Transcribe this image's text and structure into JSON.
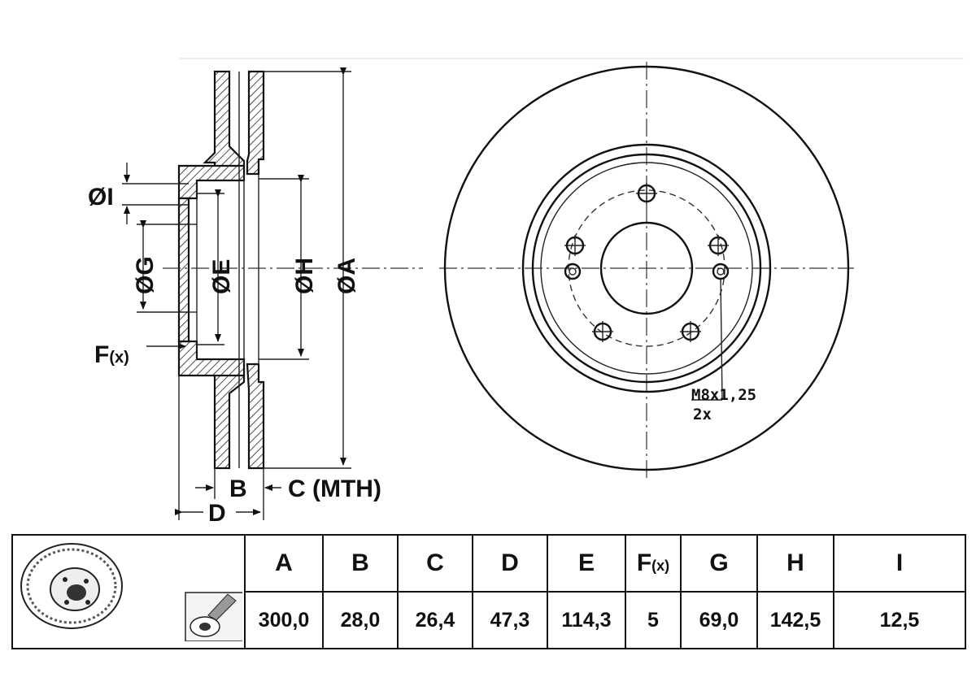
{
  "drawing": {
    "labels": {
      "dia_i": "ØI",
      "dia_g": "ØG",
      "dia_e": "ØE",
      "dia_h": "ØH",
      "dia_a": "ØA",
      "f_label": "F",
      "f_suffix": "(x)",
      "b_label": "B",
      "c_label": "C (MTH)",
      "d_label": "D",
      "thread_spec": "M8x1,25",
      "thread_count": "2x"
    }
  },
  "table": {
    "headers": [
      {
        "key": "A",
        "label": "A"
      },
      {
        "key": "B",
        "label": "B"
      },
      {
        "key": "C",
        "label": "C"
      },
      {
        "key": "D",
        "label": "D"
      },
      {
        "key": "E",
        "label": "E"
      },
      {
        "key": "F",
        "label": "F",
        "suffix": "(x)"
      },
      {
        "key": "G",
        "label": "G"
      },
      {
        "key": "H",
        "label": "H"
      },
      {
        "key": "I",
        "label": "I"
      }
    ],
    "values": [
      "300,0",
      "28,0",
      "26,4",
      "47,3",
      "114,3",
      "5",
      "69,0",
      "142,5",
      "12,5"
    ]
  }
}
